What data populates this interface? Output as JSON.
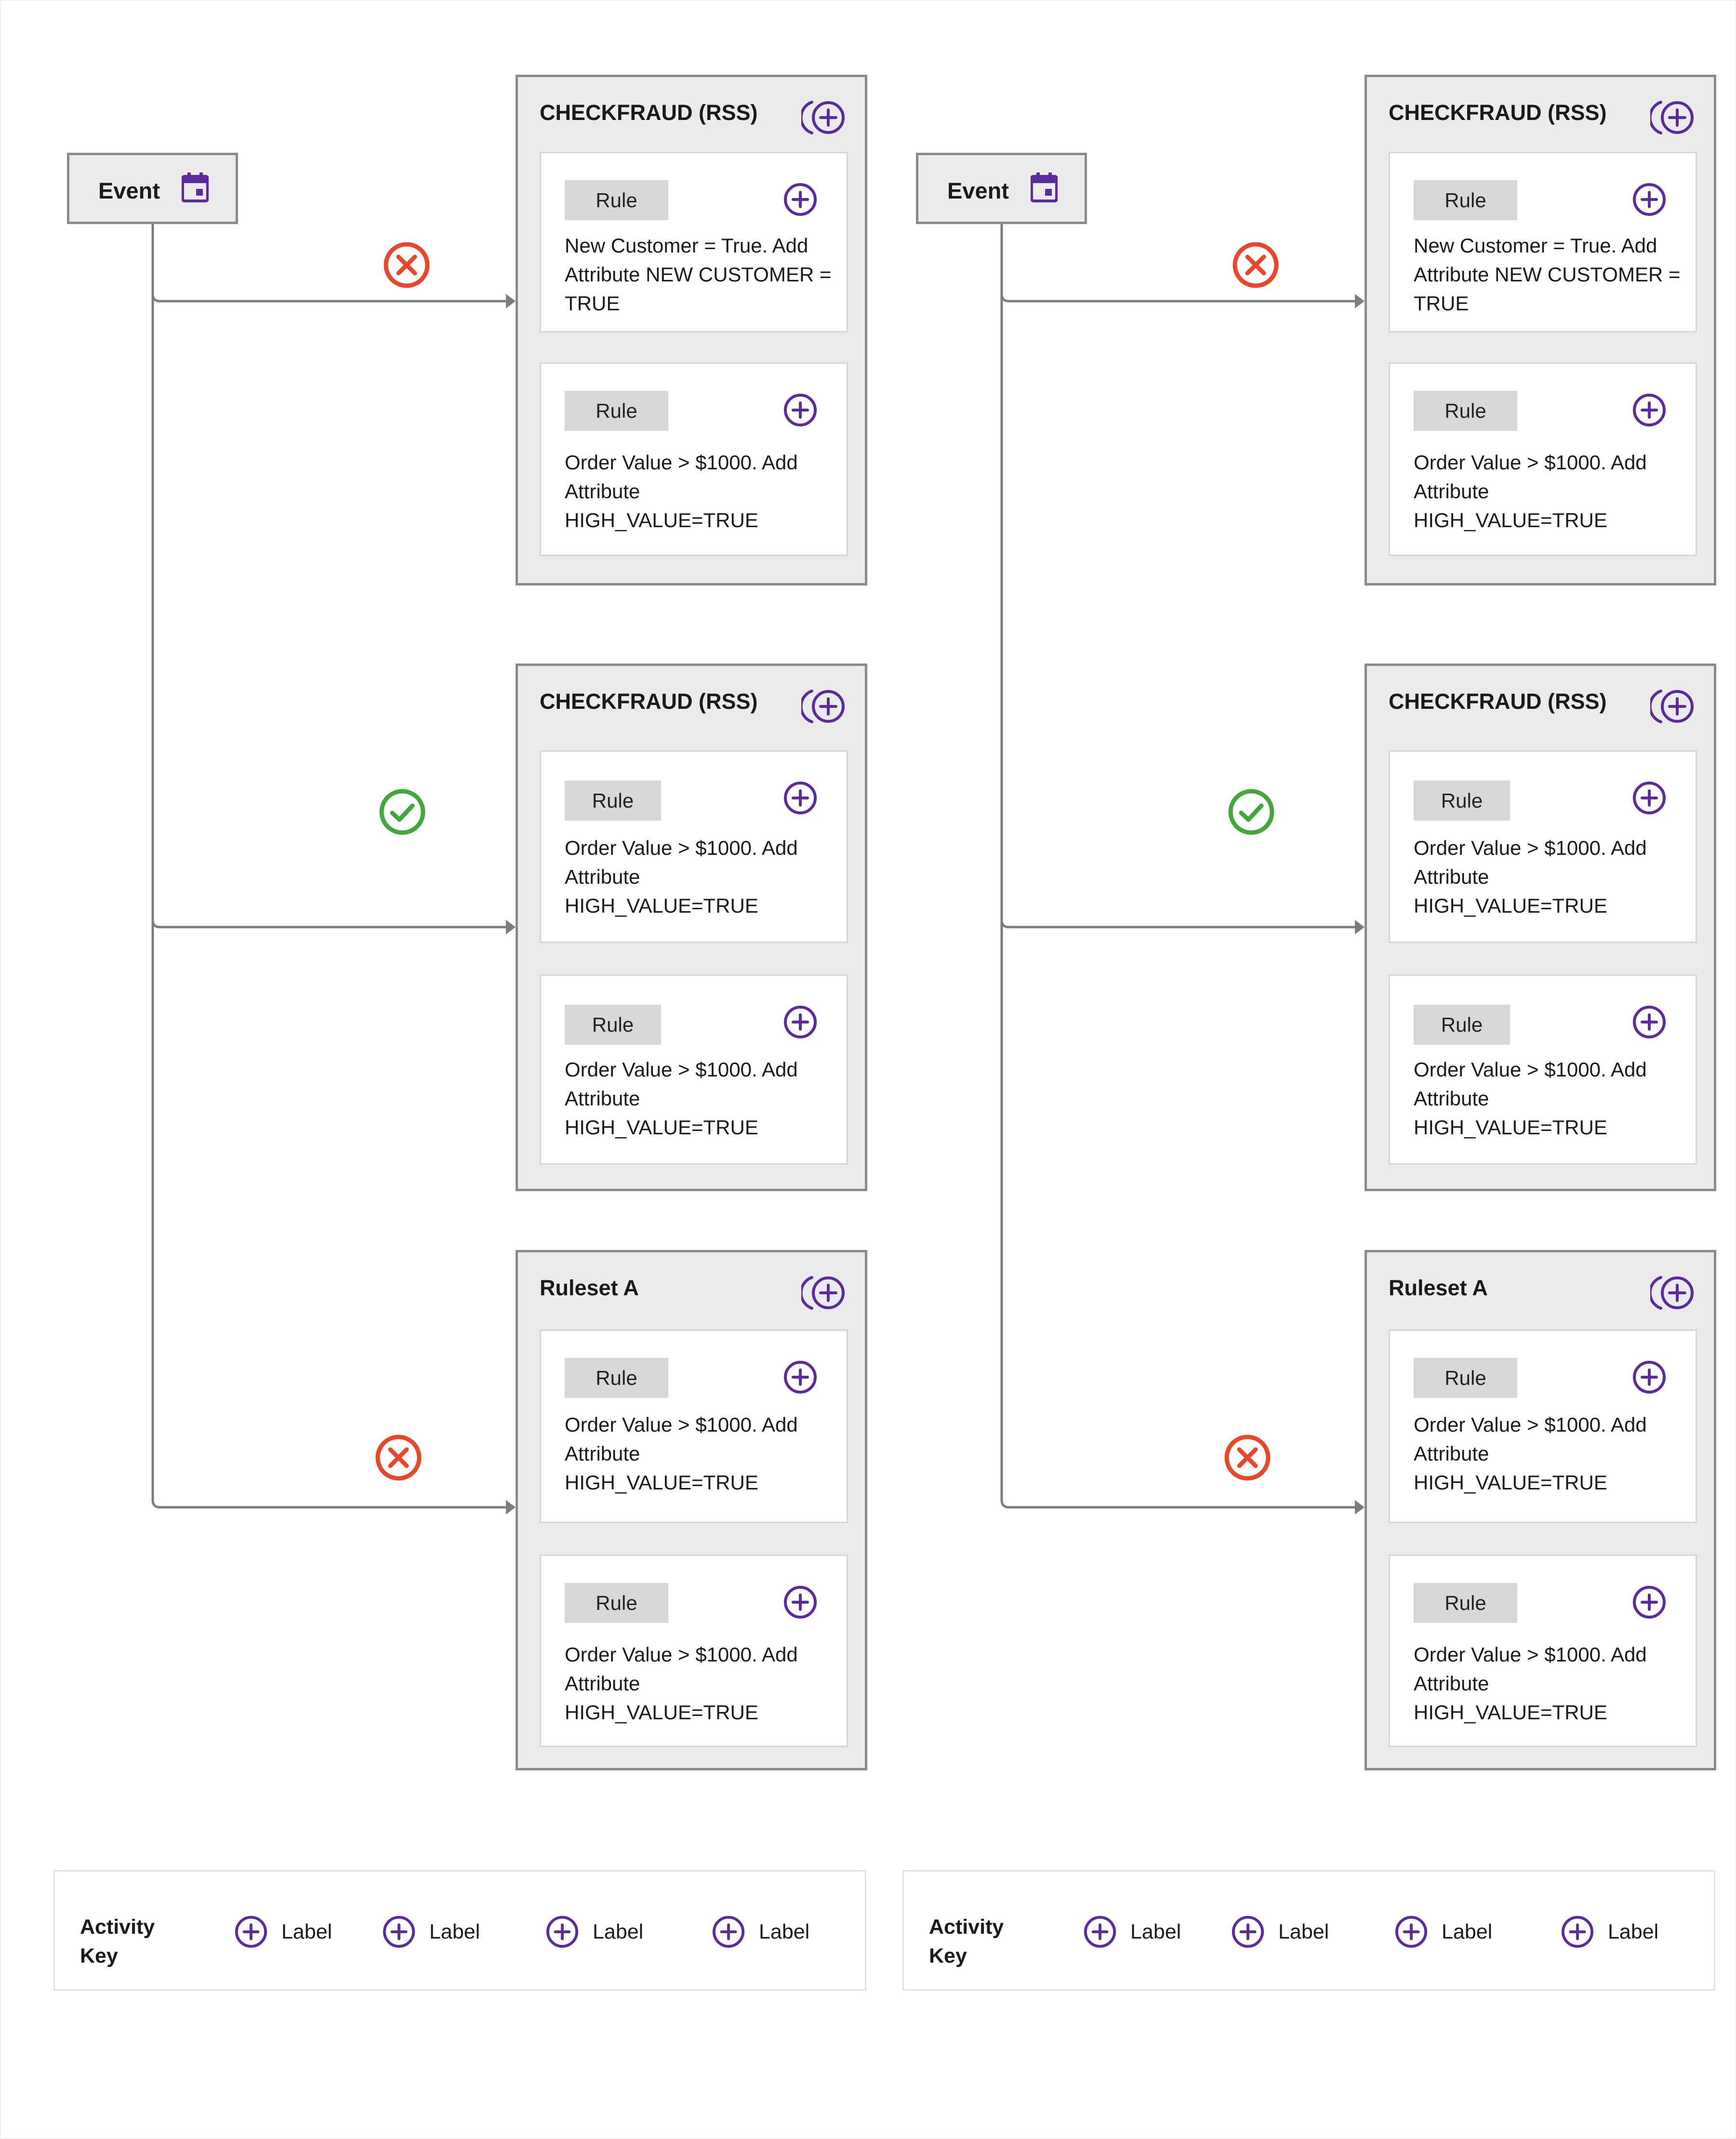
{
  "panels": [
    {
      "event": {
        "label": "Event",
        "icon": "calendar-icon"
      },
      "rulesets": [
        {
          "title": "CHECKFRAUD (RSS)",
          "status": "failed",
          "rules": [
            {
              "tag": "Rule",
              "text": "New Customer = True. Add Attribute NEW CUSTOMER = TRUE"
            },
            {
              "tag": "Rule",
              "text": "Order Value > $1000. Add Attribute HIGH_VALUE=TRUE"
            }
          ]
        },
        {
          "title": "CHECKFRAUD (RSS)",
          "status": "passed",
          "rules": [
            {
              "tag": "Rule",
              "text": "Order Value > $1000. Add Attribute HIGH_VALUE=TRUE"
            },
            {
              "tag": "Rule",
              "text": "Order Value > $1000. Add Attribute HIGH_VALUE=TRUE"
            }
          ]
        },
        {
          "title": "Ruleset A",
          "status": "failed",
          "rules": [
            {
              "tag": "Rule",
              "text": "Order Value > $1000. Add Attribute HIGH_VALUE=TRUE"
            },
            {
              "tag": "Rule",
              "text": "Order Value > $1000. Add Attribute HIGH_VALUE=TRUE"
            }
          ]
        }
      ],
      "activity_key": {
        "title": "Activity Key",
        "items": [
          "Label",
          "Label",
          "Label",
          "Label"
        ]
      }
    },
    {
      "event": {
        "label": "Event",
        "icon": "calendar-icon"
      },
      "rulesets": [
        {
          "title": "CHECKFRAUD (RSS)",
          "status": "failed",
          "rules": [
            {
              "tag": "Rule",
              "text": "New Customer = True. Add Attribute NEW CUSTOMER = TRUE"
            },
            {
              "tag": "Rule",
              "text": "Order Value > $1000. Add Attribute HIGH_VALUE=TRUE"
            }
          ]
        },
        {
          "title": "CHECKFRAUD (RSS)",
          "status": "passed",
          "rules": [
            {
              "tag": "Rule",
              "text": "Order Value > $1000. Add Attribute HIGH_VALUE=TRUE"
            },
            {
              "tag": "Rule",
              "text": "Order Value > $1000. Add Attribute HIGH_VALUE=TRUE"
            }
          ]
        },
        {
          "title": "Ruleset A",
          "status": "failed",
          "rules": [
            {
              "tag": "Rule",
              "text": "Order Value > $1000. Add Attribute HIGH_VALUE=TRUE"
            },
            {
              "tag": "Rule",
              "text": "Order Value > $1000. Add Attribute HIGH_VALUE=TRUE"
            }
          ]
        }
      ],
      "activity_key": {
        "title": "Activity Key",
        "items": [
          "Label",
          "Label",
          "Label",
          "Label"
        ]
      }
    }
  ],
  "colors": {
    "accent": "#5b2a9e",
    "fail": "#e8472b",
    "pass": "#43a83c",
    "border": "#8a8a8a",
    "card_bg": "#ebebeb",
    "line": "#7c7c7c"
  }
}
